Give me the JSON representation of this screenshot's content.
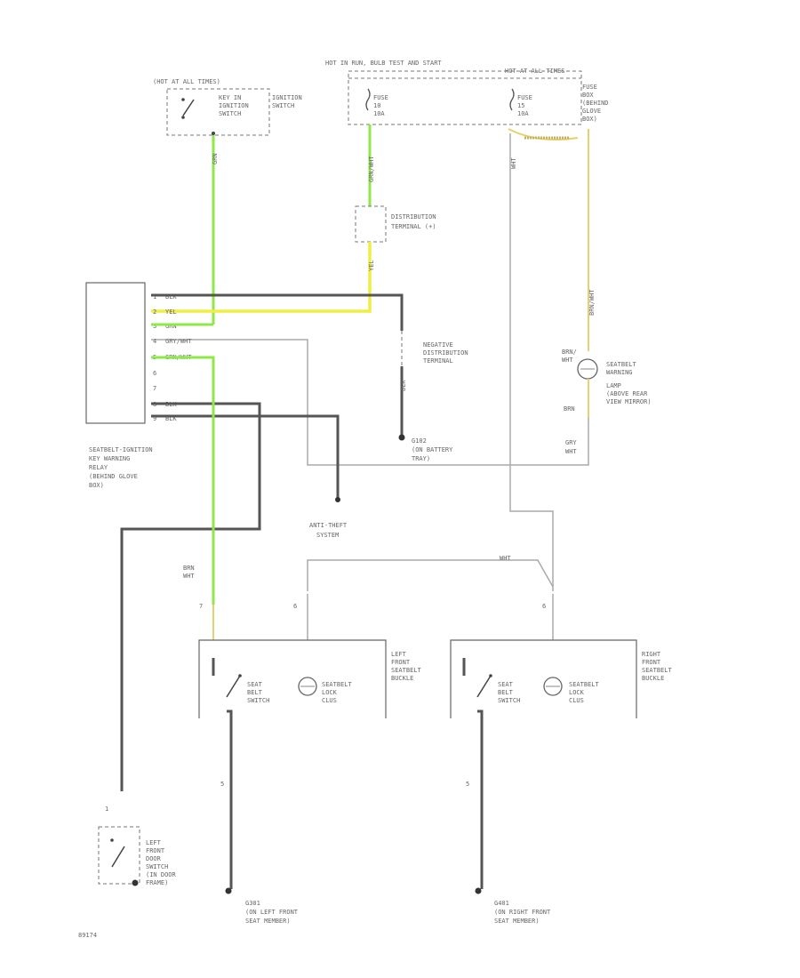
{
  "hot_in_run_start": "(HOT AT ALL TIMES)",
  "hot_in_run_bulb": "HOT IN RUN, BULB TEST AND START",
  "hot_at_all_times": "HOT AT ALL TIMES",
  "key_in_ignition_switch": [
    "KEY IN",
    "IGNITION",
    "SWITCH"
  ],
  "ignition_switch": [
    "IGNITION",
    "SWITCH"
  ],
  "fuse_left": [
    "FUSE",
    "10",
    "10A"
  ],
  "fuse_right": [
    "FUSE",
    "15",
    "10A"
  ],
  "fuse_block": [
    "FUSE",
    "BOX",
    "(BEHIND",
    "GLOVE",
    "BOX)"
  ],
  "distribution_terminal": [
    "DISTRIBUTION",
    "TERMINAL (+)"
  ],
  "negative_distribution_terminal": [
    "NEGATIVE",
    "DISTRIBUTION",
    "TERMINAL"
  ],
  "ground_battery_tray": [
    "G102",
    "(ON BATTERY",
    "TRAY)"
  ],
  "relay_pins": [
    {
      "num": "1",
      "color": "BLK"
    },
    {
      "num": "2",
      "color": "YEL"
    },
    {
      "num": "3",
      "color": "GRN"
    },
    {
      "num": "4",
      "color": "GRY/WHT"
    },
    {
      "num": "5",
      "color": "GRN/WHT"
    },
    {
      "num": "6",
      "color": ""
    },
    {
      "num": "7",
      "color": ""
    },
    {
      "num": "8",
      "color": "BLK"
    },
    {
      "num": "9",
      "color": "BLK"
    }
  ],
  "relay_label": [
    "SEATBELT-IGNITION",
    "KEY WARNING",
    "RELAY",
    "(BEHIND GLOVE",
    "BOX)"
  ],
  "anti_theft": [
    "ANTI-THEFT",
    "SYSTEM"
  ],
  "warning_lamp": [
    "SEATBELT",
    "WARNING",
    "LAMP",
    "(ABOVE REAR",
    "VIEW MIRROR)"
  ],
  "lamp_top_wire": [
    "BRN/",
    "WHT"
  ],
  "lamp_bottom_wire": "BRN",
  "gry_wht_label": [
    "GRY",
    "WHT"
  ],
  "wire_labels": {
    "grn": "GRN",
    "grn_wht": "GRN/WHT",
    "yel": "YEL",
    "brn_wht": "BRN/WHT",
    "wht": "WHT",
    "blk": "BLK",
    "brn": "BRN",
    "brn_wht2": [
      "BRN",
      "WHT"
    ]
  },
  "left_buckle": [
    "LEFT",
    "FRONT",
    "SEATBELT",
    "BUCKLE"
  ],
  "right_buckle": [
    "RIGHT",
    "FRONT",
    "SEATBELT",
    "BUCKLE"
  ],
  "seat_belt_switch": [
    "SEAT",
    "BELT",
    "SWITCH"
  ],
  "seatbelt_lock_cluster": [
    "SEATBELT",
    "LOCK",
    "CLUS"
  ],
  "left_door_switch": [
    "LEFT",
    "FRONT",
    "DOOR",
    "SWITCH",
    "(IN DOOR",
    "FRAME)"
  ],
  "ground_left_seat": [
    "G301",
    "(ON LEFT FRONT",
    "SEAT MEMBER)"
  ],
  "ground_right_seat": [
    "G401",
    "(ON RIGHT FRONT",
    "SEAT MEMBER)"
  ],
  "figure_code": "89174"
}
